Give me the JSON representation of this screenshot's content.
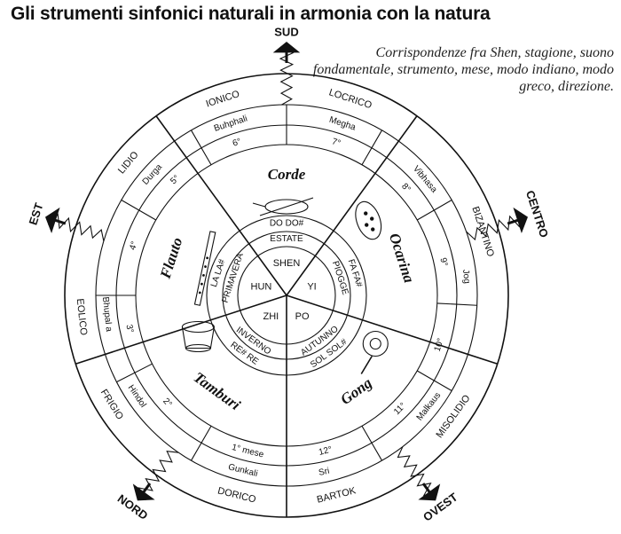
{
  "title": "Gli strumenti sinfonici naturali in armonia con la natura",
  "caption": "Corrispondenze fra Shen, stagione, suono fondamentale, strumento, mese, modo indiano, modo greco, direzione.",
  "center_label": "SHEN",
  "directions": [
    {
      "id": "sud",
      "label": "SUD",
      "angle": 0
    },
    {
      "id": "centro",
      "label": "CENTRO",
      "angle": 72
    },
    {
      "id": "ovest",
      "label": "OVEST",
      "angle": 144
    },
    {
      "id": "nord",
      "label": "NORD",
      "angle": 216
    },
    {
      "id": "est",
      "label": "EST",
      "angle": 288
    }
  ],
  "segments": [
    {
      "id": "corde",
      "shen": "",
      "season": "ESTATE",
      "notes": "DO  DO#",
      "instrument": "Corde",
      "months": [
        {
          "label": "6°",
          "angle": 342
        },
        {
          "label": "7°",
          "angle": 18
        }
      ],
      "indian": [
        {
          "label": "Buhphali",
          "angle": 342
        },
        {
          "label": "Megha",
          "angle": 18
        }
      ],
      "greek": [
        {
          "label": "IONICO",
          "angle": 342
        },
        {
          "label": "LOCRICO",
          "angle": 18
        }
      ]
    },
    {
      "id": "ocarina",
      "shen": "YI",
      "season": "PIOGGE",
      "notes": "FA  FA#",
      "instrument": "Ocarina",
      "months": [
        {
          "label": "8°",
          "angle": 48
        },
        {
          "label": "9°",
          "angle": 78
        }
      ],
      "indian": [
        {
          "label": "Vibhasa",
          "angle": 50
        },
        {
          "label": "Jog",
          "angle": 84
        }
      ],
      "greek": [
        {
          "label": "BIZANTINO",
          "angle": 72
        }
      ]
    },
    {
      "id": "gong",
      "shen": "PO",
      "season": "AUTUNNO",
      "notes": "SOL  SOL#",
      "instrument": "Gong",
      "months": [
        {
          "label": "10°",
          "angle": 108
        },
        {
          "label": "11°",
          "angle": 135
        },
        {
          "label": "12°",
          "angle": 166
        }
      ],
      "indian": [
        {
          "label": "Malkaus",
          "angle": 128
        },
        {
          "label": "Sri",
          "angle": 168
        }
      ],
      "greek": [
        {
          "label": "MISOLIDIO",
          "angle": 126
        },
        {
          "label": "BARTOK",
          "angle": 166
        }
      ]
    },
    {
      "id": "tamburi",
      "shen": "ZHI",
      "season": "INVERNO",
      "notes": "RE#  RE",
      "instrument": "Tamburi",
      "months": [
        {
          "label": "1° mese",
          "angle": 194
        },
        {
          "label": "2°",
          "angle": 228
        }
      ],
      "indian": [
        {
          "label": "Gunkali",
          "angle": 194
        },
        {
          "label": "Hindol",
          "angle": 236
        }
      ],
      "greek": [
        {
          "label": "DORICO",
          "angle": 194
        },
        {
          "label": "FRIGIO",
          "angle": 238
        }
      ]
    },
    {
      "id": "flauto",
      "shen": "HUN",
      "season": "PRIMAVERA",
      "notes": "LA  LA#",
      "instrument": "Flauto",
      "months": [
        {
          "label": "3°",
          "angle": 258
        },
        {
          "label": "4°",
          "angle": 288
        },
        {
          "label": "5°",
          "angle": 316
        }
      ],
      "indian": [
        {
          "label": "Bhupal a",
          "angle": 264
        },
        {
          "label": "Durga",
          "angle": 312
        }
      ],
      "greek": [
        {
          "label": "EOLICO",
          "angle": 264
        },
        {
          "label": "LIDIO",
          "angle": 310
        }
      ]
    }
  ]
}
